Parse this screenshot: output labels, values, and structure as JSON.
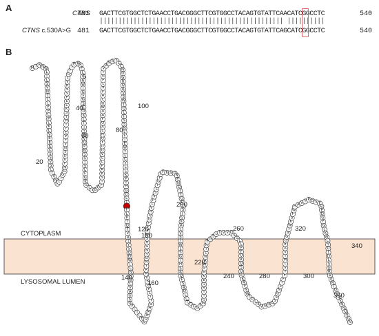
{
  "panel_a": {
    "label": "A",
    "rows": [
      {
        "name": "CTNS",
        "mutation": "",
        "start": "481",
        "sequence": "GACTTCGTGGCTCTGAACCTGACGGGCTTCGTGGCCTACAGTGTATTCAACATCGGCCTC",
        "end": "540"
      },
      {
        "name": "CTNS",
        "mutation": " c.530A>G",
        "start": "481",
        "sequence": "GACTTCGTGGCTCTGAACCTGACGGGCTTCGTGGCCTACAGTGTATTCAGCATCGGCCTC",
        "end": "540"
      }
    ],
    "match_bars": "||||||||||||||||||||||||||||||||||||||||||||||||| ||||||||||",
    "highlight_colour": "#e07070"
  },
  "panel_b": {
    "label": "B",
    "region_labels": {
      "cytoplasm": "CYTOPLASM",
      "lumen": "LYSOSOMAL LUMEN"
    },
    "membrane_colour": "#fbe3d2",
    "mutation_colour": "#c00000",
    "residue_sequence": "MIRNWLTLSVNTLLFPLPLKLVEEKCSSVSLTVNKLIGGNFKDSNVFVEYTHYSKLLPSSRVLQFTEKRFLVAWIGFGSEDKLTIYAVQPNSSTSLFGPSLIEGFISKAPLLVGDYQHLAQFAAWGLAFVLPGIVAMRYCCNDGRQRVSWTQLFSSNLFIEWYLCYLLKPYHGGLTVFLPTQFVATYSQDWLLNKDCVAGSGFLILFEQAMHGYTLPQFVWRYNGSNGVSQFFFGQRVLPVSLIGYYFKAQNENDTTGDLSIGKALVSTWLSGIHSAQFSADLLTGFGSWGTYRQEKWPMANLTNEGSLTVVQSGLLPFQRQSQEKAFSWTPLEVGHRSSGNLTPFYVLMIVAEGGAIWKSFWHAVYPDSFRPDGFGLKWLYDIDLSGRAPRTQYRVNRQNGN",
    "position_labels": [
      "20",
      "40",
      "5",
      "60",
      "80",
      "100",
      "120",
      "140",
      "160",
      "180",
      "200",
      "220",
      "240",
      "260",
      "280",
      "300",
      "320",
      "340",
      "360"
    ]
  }
}
